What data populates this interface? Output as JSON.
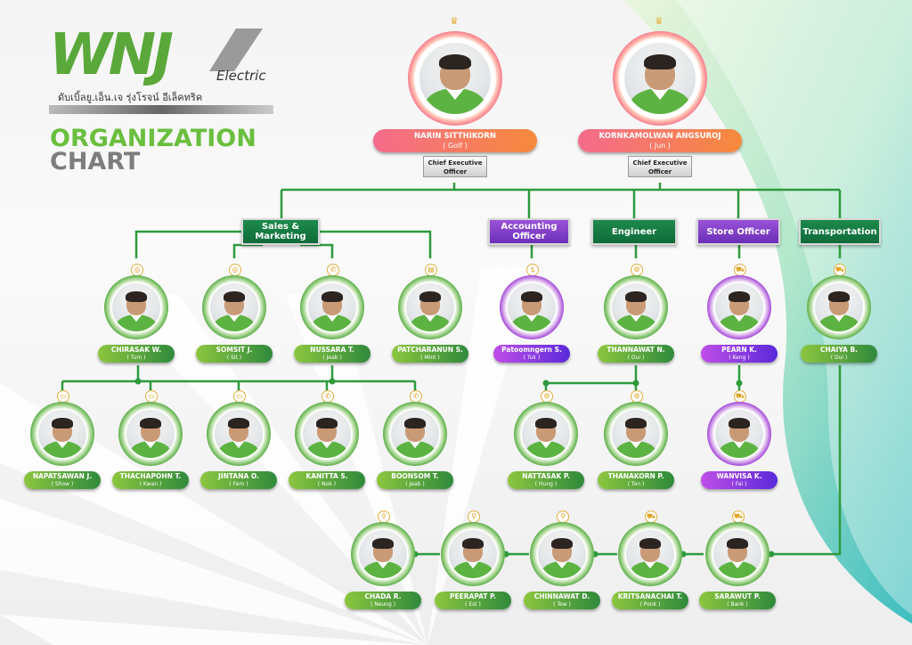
{
  "logo": {
    "brand": "WNJ",
    "suffix": "Electric",
    "thai": "ดับเบิ้ลยู.เอ็น.เจ รุ่งโรจน์ อีเล็คทริค"
  },
  "title": {
    "line1": "ORGANIZATION",
    "line2": "CHART"
  },
  "colors": {
    "green": "#2f8a3c",
    "purple": "#6b2fb8",
    "exec": "#f56b8c",
    "line": "#2e9a3c"
  },
  "executives": [
    {
      "name": "NARIN SITTHIKORN",
      "nick": "( Golf )",
      "role": "Chief Executive Officer",
      "icon": "crown-icon"
    },
    {
      "name": "KORNKAMOLWAN ANGSUROJ",
      "nick": "( Jun )",
      "role": "Chief Executive Officer",
      "icon": "crown-icon"
    }
  ],
  "departments": [
    {
      "label": "Sales & Marketing",
      "color": "green"
    },
    {
      "label": "Accounting Officer",
      "color": "purple"
    },
    {
      "label": "Engineer",
      "color": "green"
    },
    {
      "label": "Store Officer",
      "color": "purple"
    },
    {
      "label": "Transportation",
      "color": "green"
    }
  ],
  "staff": [
    {
      "name": "CHIRASAK W.",
      "nick": "( Tum )",
      "color": "green",
      "icon": "target-icon"
    },
    {
      "name": "SOMSIT J.",
      "nick": "( Sit )",
      "color": "green",
      "icon": "target-icon"
    },
    {
      "name": "NUSSARA T.",
      "nick": "( Jeab )",
      "color": "green",
      "icon": "phone-icon"
    },
    {
      "name": "PATCHARANUN S.",
      "nick": "( Mint )",
      "color": "green",
      "icon": "chart-icon"
    },
    {
      "name": "Patoomngern S.",
      "nick": "( Tuk )",
      "color": "purple",
      "icon": "dollar-icon"
    },
    {
      "name": "THANNAWAT N.",
      "nick": "( Oui )",
      "color": "green",
      "icon": "gear-icon"
    },
    {
      "name": "PEARN K.",
      "nick": "( Keng )",
      "color": "purple",
      "icon": "cart-icon"
    },
    {
      "name": "CHAIYA B.",
      "nick": "( Dui )",
      "color": "green",
      "icon": "truck-icon"
    },
    {
      "name": "NAPATSAWAN J.",
      "nick": "( Show )",
      "color": "green",
      "icon": "document-icon"
    },
    {
      "name": "THACHAPOHN T.",
      "nick": "( Kwan )",
      "color": "green",
      "icon": "document-icon"
    },
    {
      "name": "JINTANA O.",
      "nick": "( Fern )",
      "color": "green",
      "icon": "document-icon"
    },
    {
      "name": "KANITTA S.",
      "nick": "( Nok )",
      "color": "green",
      "icon": "phone-icon"
    },
    {
      "name": "BOONSOM T.",
      "nick": "( Jeab )",
      "color": "green",
      "icon": "phone-icon"
    },
    {
      "name": "NATTASAK P.",
      "nick": "( Hung )",
      "color": "green",
      "icon": "gear-icon"
    },
    {
      "name": "THANAKORN P.",
      "nick": "( Ton )",
      "color": "green",
      "icon": "gear-icon"
    },
    {
      "name": "WANVISA K.",
      "nick": "( Fai )",
      "color": "purple",
      "icon": "cart-icon"
    },
    {
      "name": "CHADA R.",
      "nick": "( Neung )",
      "color": "green",
      "icon": "motorcycle-icon"
    },
    {
      "name": "PEERAPAT P.",
      "nick": "( Est )",
      "color": "green",
      "icon": "motorcycle-icon"
    },
    {
      "name": "CHINNAWAT D.",
      "nick": "( Tew )",
      "color": "green",
      "icon": "motorcycle-icon"
    },
    {
      "name": "KRITSANACHAI T.",
      "nick": "( Ponk )",
      "color": "green",
      "icon": "truck-icon"
    },
    {
      "name": "SARAWUT P.",
      "nick": "( Bank )",
      "color": "green",
      "icon": "truck-icon"
    }
  ]
}
